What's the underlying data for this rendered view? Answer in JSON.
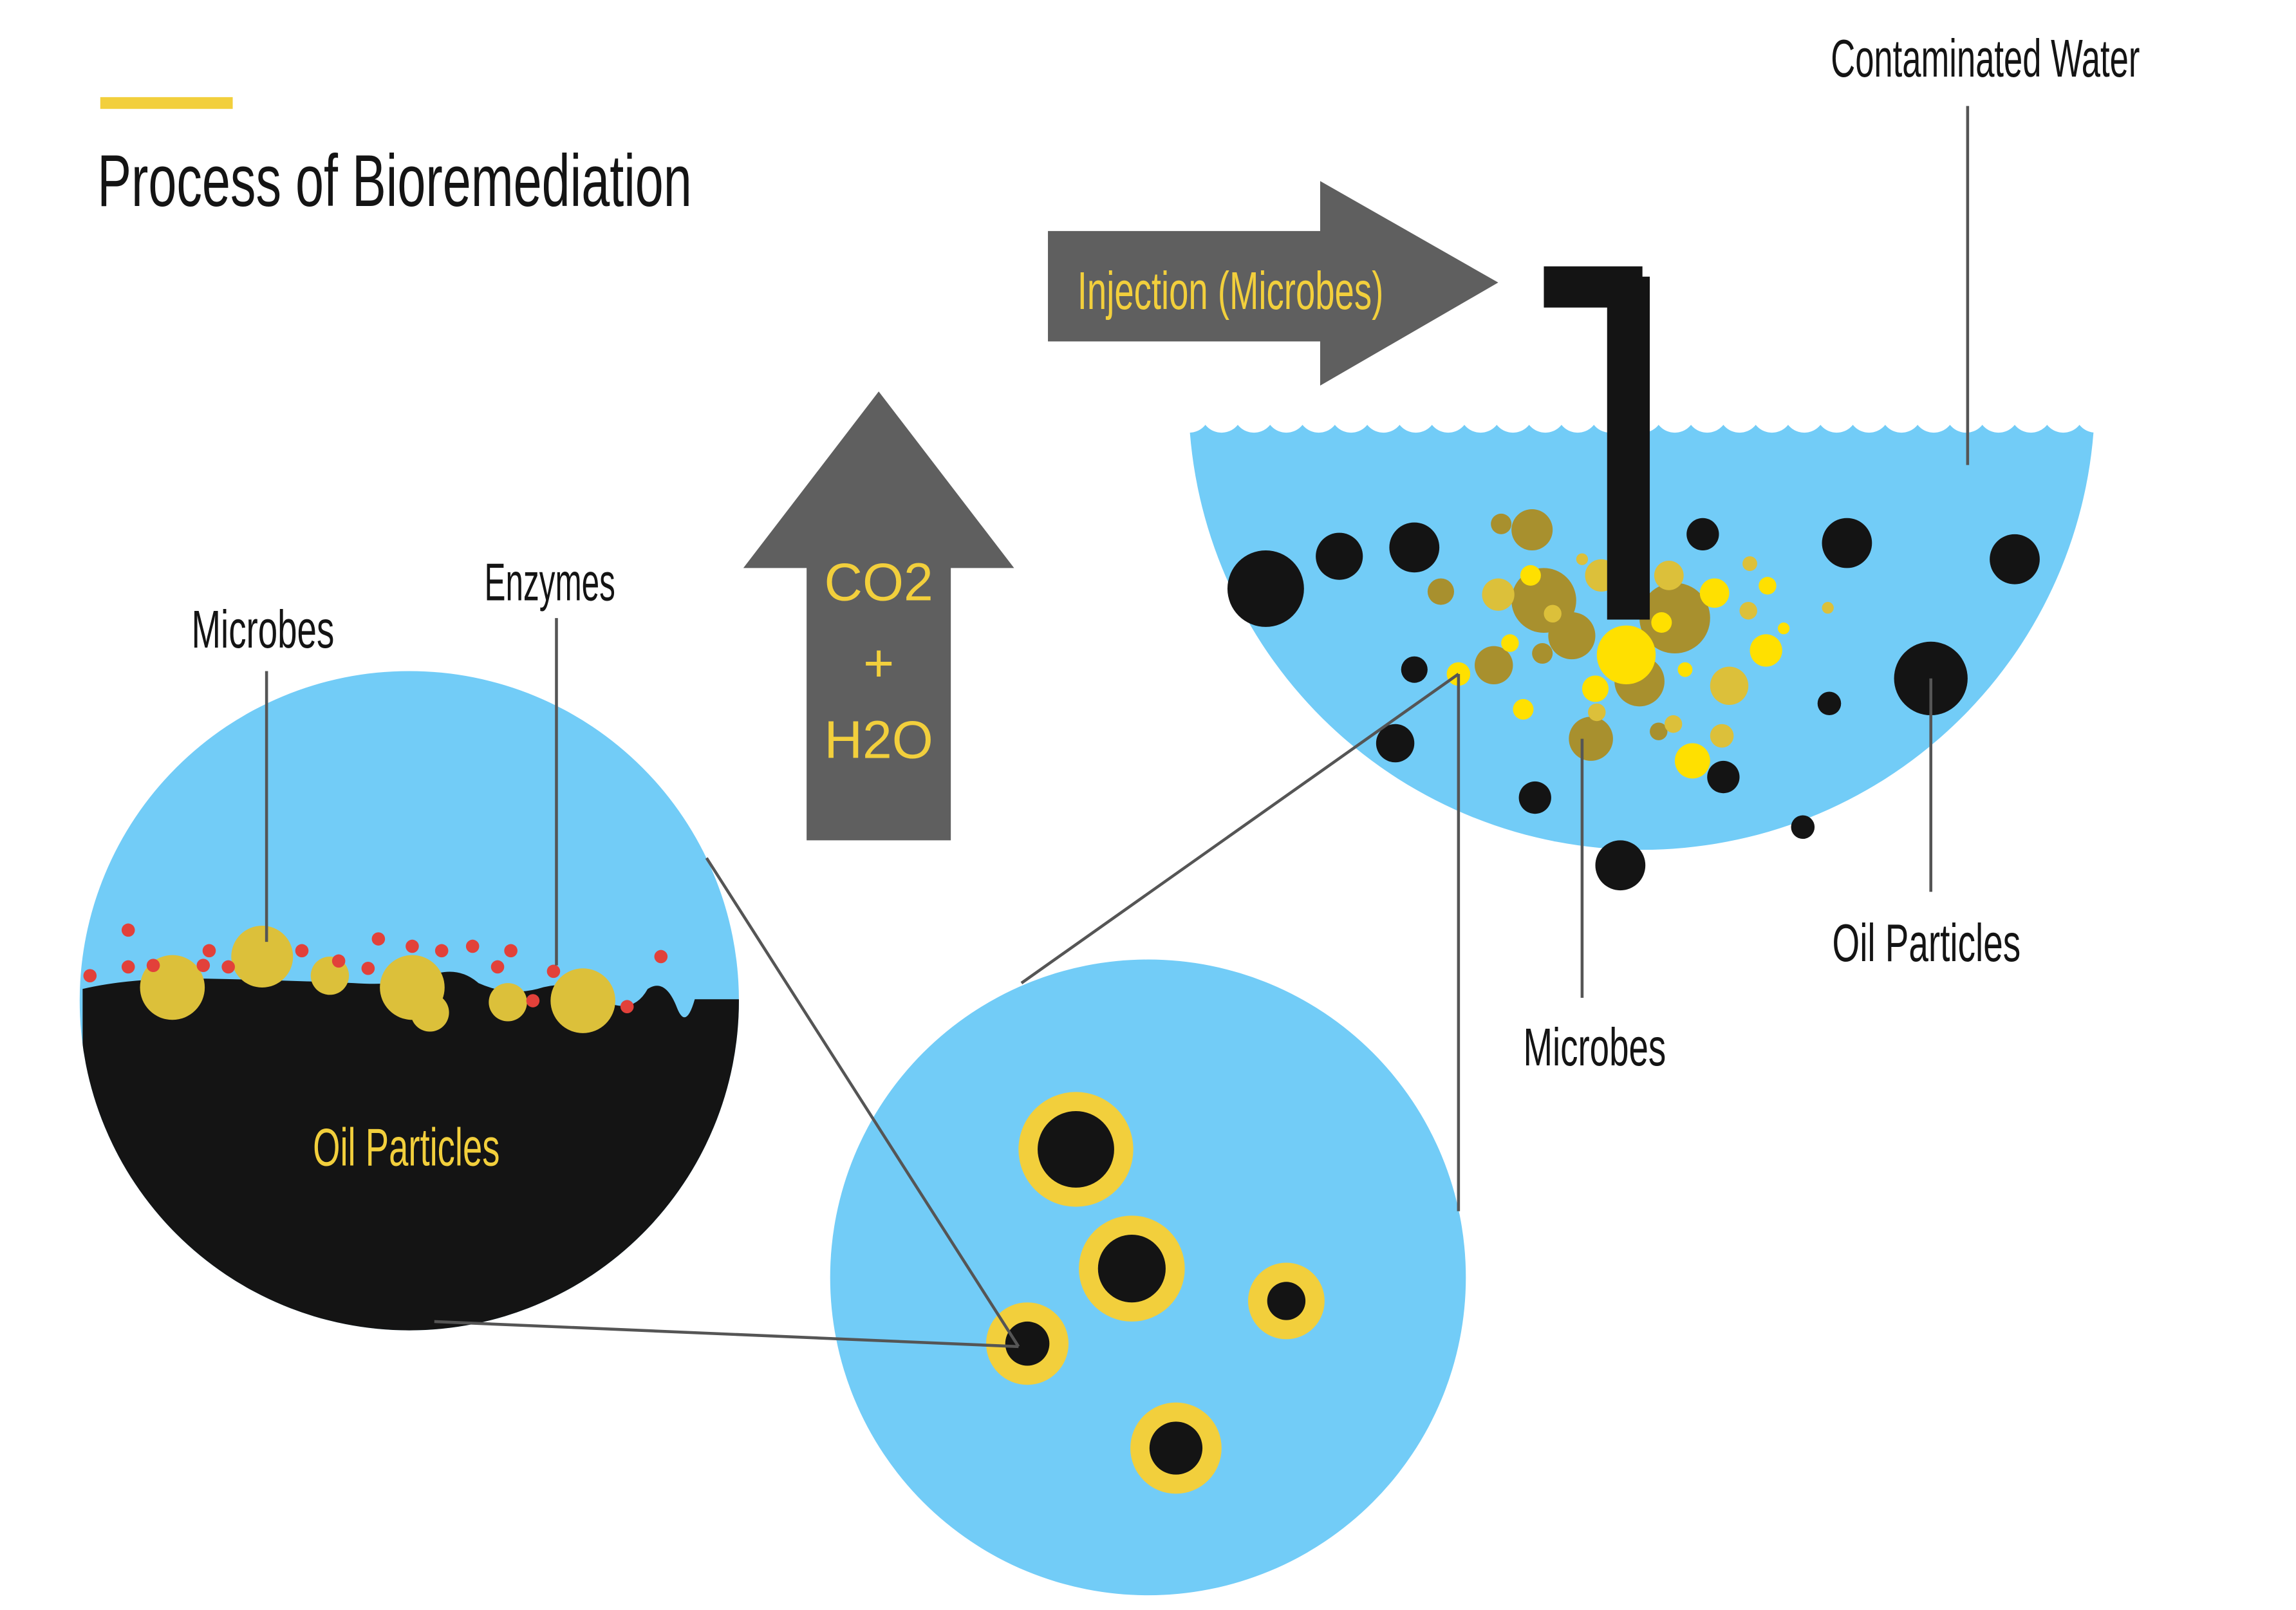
{
  "title": "Process of Bioremediation",
  "colors": {
    "accent_yellow": "#f2cf3c",
    "water_blue": "#72ccf7",
    "oil_black": "#141414",
    "arrow_gray": "#5f5f5f",
    "microbe_olive": "#a8902e",
    "microbe_gold": "#dcc03a",
    "microbe_bright": "#ffe000",
    "enzyme_red": "#e2413a",
    "leader_line": "#555555"
  },
  "arrows": {
    "injection": "Injection (Microbes)",
    "output_line1": "CO2",
    "output_line2": "+",
    "output_line3": "H2O"
  },
  "labels": {
    "contaminated_water": "Contaminated Water",
    "oil_particles_right": "Oil Particles",
    "microbes_right": "Microbes",
    "microbes_left": "Microbes",
    "enzymes": "Enzymes",
    "oil_particles_left": "Oil Particles"
  },
  "icons": {
    "injection_pipe": "pipe-icon",
    "water_bowl": "bowl-icon"
  }
}
